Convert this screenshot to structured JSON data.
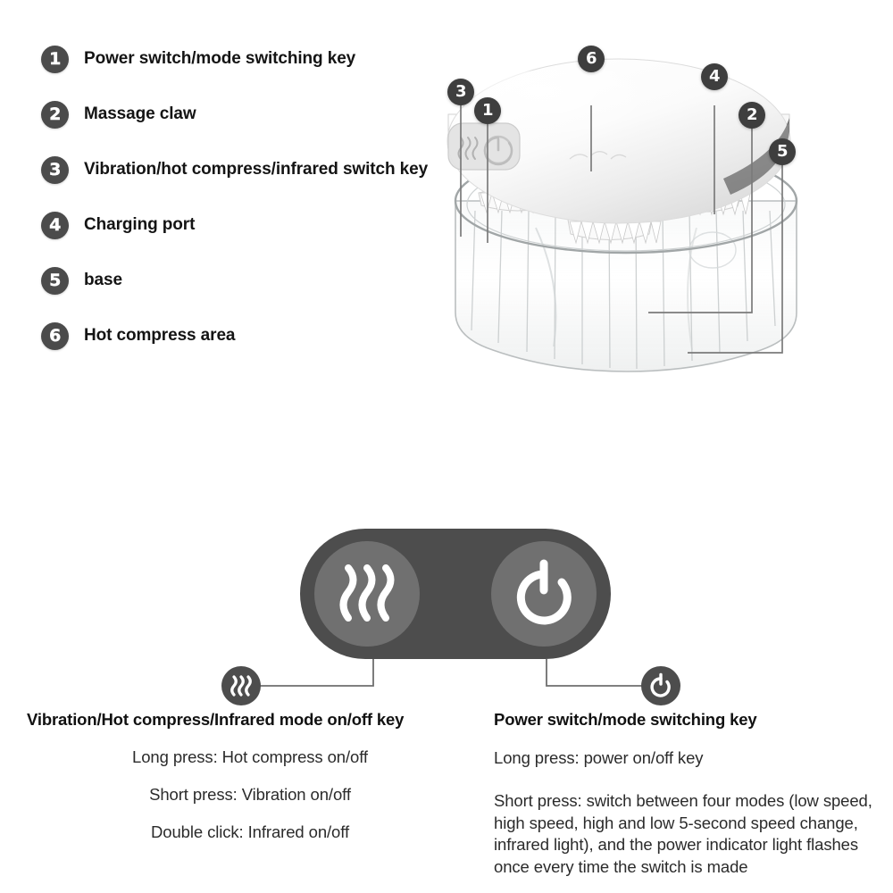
{
  "legend": {
    "items": [
      {
        "num": "1",
        "label": "Power switch/mode switching key"
      },
      {
        "num": "2",
        "label": "Massage claw"
      },
      {
        "num": "3",
        "label": "Vibration/hot compress/infrared switch key"
      },
      {
        "num": "4",
        "label": "Charging port"
      },
      {
        "num": "5",
        "label": "base"
      },
      {
        "num": "6",
        "label": "Hot compress area"
      }
    ]
  },
  "product": {
    "name": "handheld-scalp-massager",
    "callouts": [
      {
        "num": "3",
        "target": "vibration-hot-compress-infrared-switch-key"
      },
      {
        "num": "1",
        "target": "power-switch-mode-switching-key"
      },
      {
        "num": "6",
        "target": "hot-compress-area"
      },
      {
        "num": "4",
        "target": "charging-port"
      },
      {
        "num": "2",
        "target": "massage-claw"
      },
      {
        "num": "5",
        "target": "base"
      }
    ]
  },
  "panel": {
    "heat_button_icon": "heat-waves-icon",
    "power_button_icon": "power-icon"
  },
  "keys": {
    "heat": {
      "icon": "heat-waves-icon",
      "title": "Vibration/Hot compress/Infrared mode on/off key",
      "lines": [
        "Long press: Hot compress on/off",
        "Short press: Vibration on/off",
        "Double click: Infrared on/off"
      ]
    },
    "power": {
      "icon": "power-icon",
      "title": "Power switch/mode switching key",
      "lines": [
        "Long press: power on/off key",
        "Short press: switch between four modes (low speed, high speed, high and low 5-second speed change, infrared light), and the power indicator light flashes once every time the switch is made"
      ]
    }
  },
  "colors": {
    "badge": "#4b4b4b",
    "panel": "#4d4d4d",
    "panel_button": "#707070",
    "icon": "#ffffff",
    "text": "#141414",
    "leader": "#6e6e6e"
  }
}
